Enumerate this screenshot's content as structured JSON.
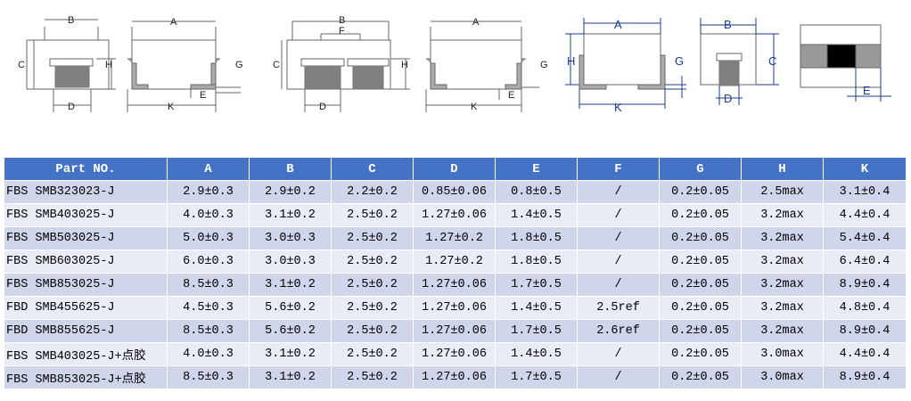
{
  "drawings": {
    "fig1_labels": {
      "b": "B",
      "a": "A",
      "c": "C",
      "h": "H",
      "g": "G",
      "d": "D",
      "e": "E",
      "k": "K"
    },
    "fig2_labels": {
      "b": "B",
      "f": "F",
      "a": "A",
      "c": "C",
      "h": "H",
      "g": "G",
      "d": "D",
      "e": "E",
      "k": "K"
    },
    "fig3_labels": {
      "a": "A",
      "h": "H",
      "g": "G",
      "k": "K",
      "b": "B",
      "c": "C",
      "d": "D",
      "e": "E"
    },
    "colors": {
      "core": "#808080",
      "line": "#555555",
      "blue_dim": "#1a3b8c",
      "header": "#4472c4"
    }
  },
  "table": {
    "headers": [
      "Part NO.",
      "A",
      "B",
      "C",
      "D",
      "E",
      "F",
      "G",
      "H",
      "K"
    ],
    "rows": [
      [
        "FBS SMB323023-J",
        "2.9±0.3",
        "2.9±0.2",
        "2.2±0.2",
        "0.85±0.06",
        "0.8±0.5",
        "/",
        "0.2±0.05",
        "2.5max",
        "3.1±0.4"
      ],
      [
        "FBS SMB403025-J",
        "4.0±0.3",
        "3.1±0.2",
        "2.5±0.2",
        "1.27±0.06",
        "1.4±0.5",
        "/",
        "0.2±0.05",
        "3.2max",
        "4.4±0.4"
      ],
      [
        "FBS SMB503025-J",
        "5.0±0.3",
        "3.0±0.3",
        "2.5±0.2",
        "1.27±0.2",
        "1.8±0.5",
        "/",
        "0.2±0.05",
        "3.2max",
        "5.4±0.4"
      ],
      [
        "FBS SMB603025-J",
        "6.0±0.3",
        "3.0±0.3",
        "2.5±0.2",
        "1.27±0.2",
        "1.8±0.5",
        "/",
        "0.2±0.05",
        "3.2max",
        "6.4±0.4"
      ],
      [
        "FBS SMB853025-J",
        "8.5±0.3",
        "3.1±0.2",
        "2.5±0.2",
        "1.27±0.06",
        "1.7±0.5",
        "/",
        "0.2±0.05",
        "3.2max",
        "8.9±0.4"
      ],
      [
        "FBD SMB455625-J",
        "4.5±0.3",
        "5.6±0.2",
        "2.5±0.2",
        "1.27±0.06",
        "1.4±0.5",
        "2.5ref",
        "0.2±0.05",
        "3.2max",
        "4.8±0.4"
      ],
      [
        "FBD SMB855625-J",
        "8.5±0.3",
        "5.6±0.2",
        "2.5±0.2",
        "1.27±0.06",
        "1.7±0.5",
        "2.6ref",
        "0.2±0.05",
        "3.2max",
        "8.9±0.4"
      ],
      [
        "FBS SMB403025-J+点胶",
        "4.0±0.3",
        "3.1±0.2",
        "2.5±0.2",
        "1.27±0.06",
        "1.4±0.5",
        "/",
        "0.2±0.05",
        "3.0max",
        "4.4±0.4"
      ],
      [
        "FBS SMB853025-J+点胶",
        "8.5±0.3",
        "3.1±0.2",
        "2.5±0.2",
        "1.27±0.06",
        "1.7±0.5",
        "/",
        "0.2±0.05",
        "3.0max",
        "8.9±0.4"
      ]
    ]
  }
}
